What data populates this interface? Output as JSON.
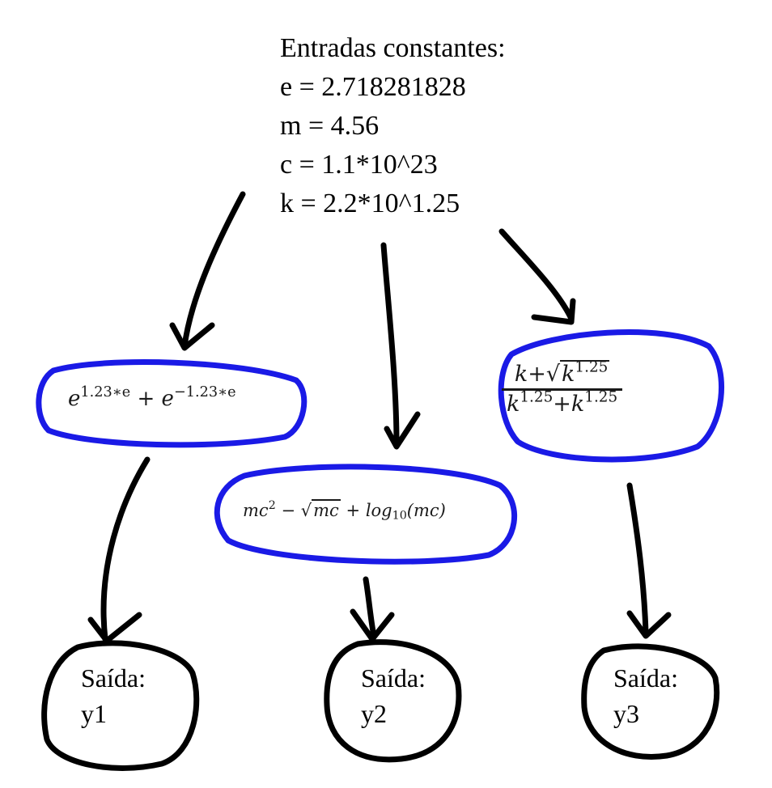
{
  "constants": {
    "title": "Entradas constantes:",
    "lines": [
      "e = 2.718281828",
      "m = 4.56",
      "c = 1.1*10^23",
      "k = 2.2*10^1.25"
    ]
  },
  "formulas": {
    "f1": {
      "base1": "e",
      "exp1": "1.23∗e",
      "op": "+",
      "base2": "e",
      "exp2": "−1.23∗e"
    },
    "f2": {
      "term1": "mc",
      "exp1": "2",
      "minus": "−",
      "sqrt_sym": "√",
      "sqrt_arg": "mc",
      "plus": "+",
      "log": "log",
      "log_base": "10",
      "log_arg": "(mc)"
    },
    "f3": {
      "num_k": "k",
      "num_plus": "+",
      "sqrt_sym": "√",
      "num_sqrt_base": "k",
      "num_sqrt_exp": "1.25",
      "den_k1": "k",
      "den_exp1": "1.25",
      "den_plus": "+",
      "den_k2": "k",
      "den_exp2": "1.25"
    }
  },
  "outputs": [
    {
      "label": "Saída:",
      "value": "y1"
    },
    {
      "label": "Saída:",
      "value": "y2"
    },
    {
      "label": "Saída:",
      "value": "y3"
    }
  ],
  "colors": {
    "ink": "#000000",
    "highlight": "#1a1ae6",
    "formula_text": "#1a1a1a"
  }
}
